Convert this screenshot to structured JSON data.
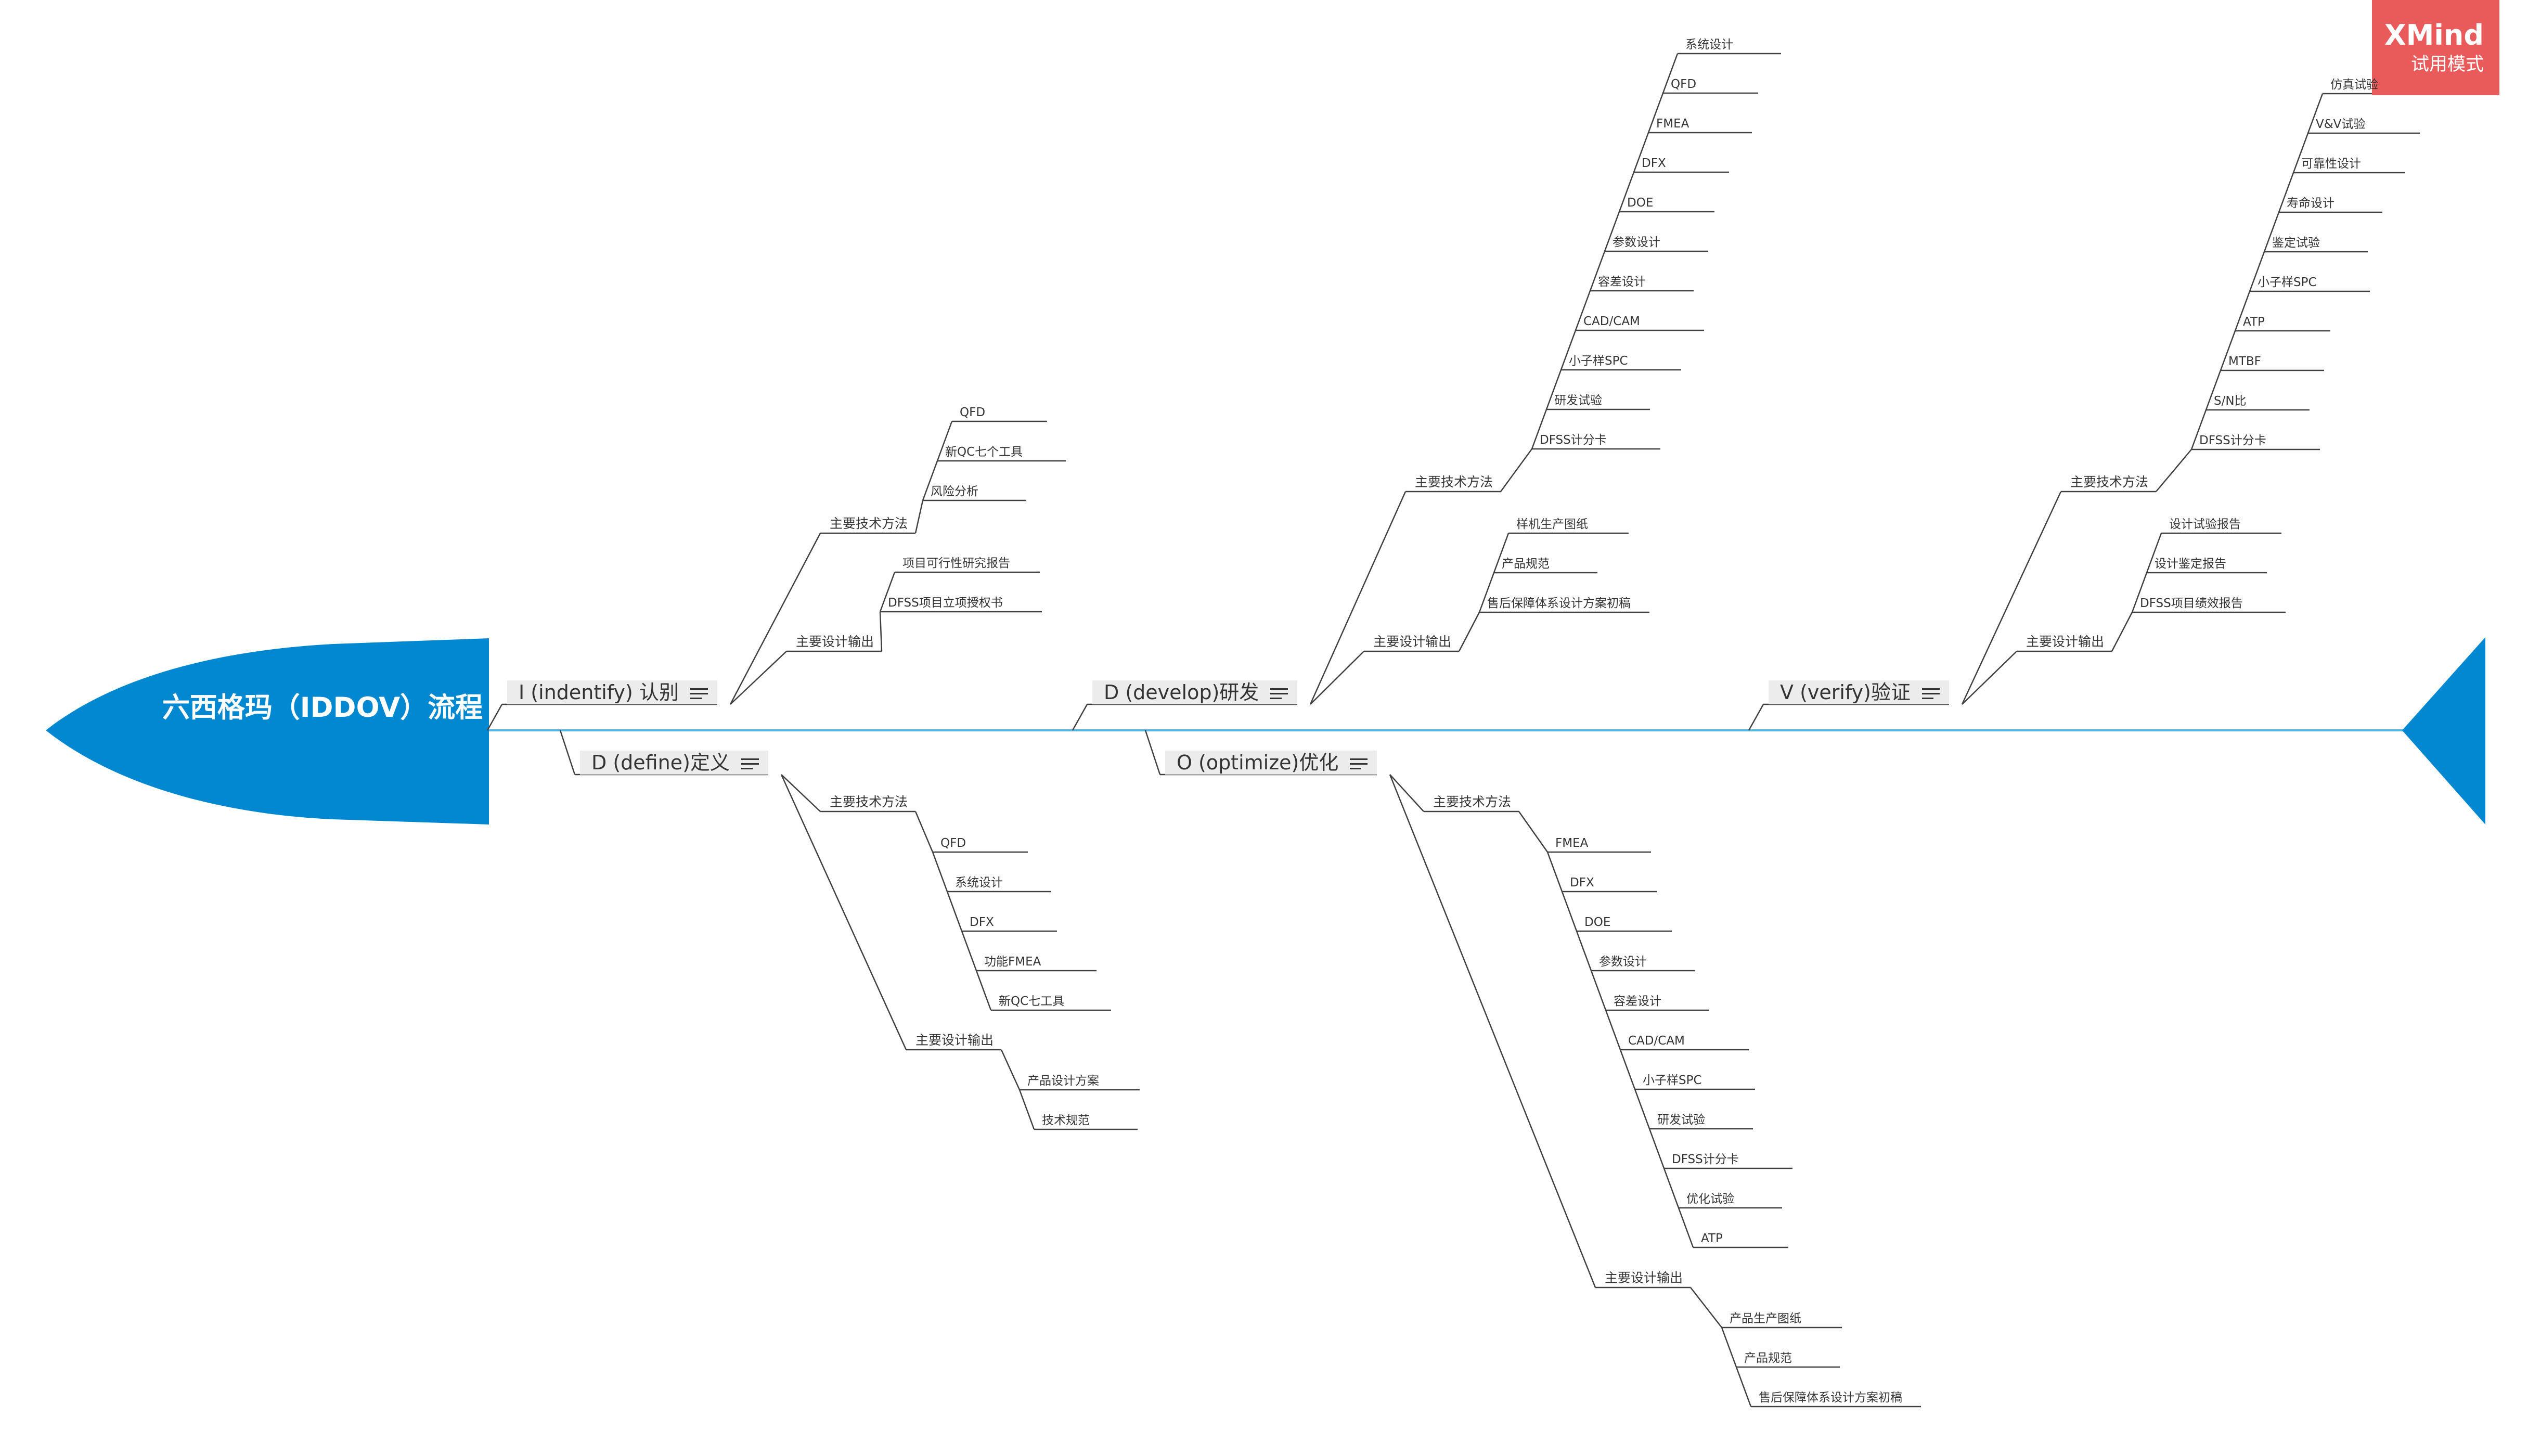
{
  "central_topic": "六西格玛（IDDOV）流程",
  "watermark": {
    "brand": "XMind",
    "mode": "试用模式"
  },
  "colors": {
    "head": "#0288d1",
    "spine": "#56b4e3",
    "badge": "#e95a5a",
    "branch_bg": "#ececec",
    "line": "#404040"
  },
  "branches": [
    {
      "label": "I (indentify) 认别",
      "categories": [
        {
          "label": "主要技术方法",
          "items": [
            "QFD",
            "新QC七个工具",
            "风险分析"
          ]
        },
        {
          "label": "主要设计输出",
          "items": [
            "项目可行性研究报告",
            "DFSS项目立项授权书"
          ]
        }
      ]
    },
    {
      "label": "D (define)定义",
      "categories": [
        {
          "label": "主要技术方法",
          "items": [
            "QFD",
            "系统设计",
            "DFX",
            "功能FMEA",
            "新QC七工具"
          ]
        },
        {
          "label": "主要设计输出",
          "items": [
            "产品设计方案",
            "技术规范"
          ]
        }
      ]
    },
    {
      "label": "D (develop)研发",
      "categories": [
        {
          "label": "主要技术方法",
          "items": [
            "系统设计",
            "QFD",
            "FMEA",
            "DFX",
            "DOE",
            "参数设计",
            "容差设计",
            "CAD/CAM",
            "小子样SPC",
            "研发试验",
            "DFSS计分卡"
          ]
        },
        {
          "label": "主要设计输出",
          "items": [
            "样机生产图纸",
            "产品规范",
            "售后保障体系设计方案初稿"
          ]
        }
      ]
    },
    {
      "label": "O (optimize)优化",
      "categories": [
        {
          "label": "主要技术方法",
          "items": [
            "FMEA",
            "DFX",
            "DOE",
            "参数设计",
            "容差设计",
            "CAD/CAM",
            "小子样SPC",
            "研发试验",
            "DFSS计分卡",
            "优化试验",
            "ATP"
          ]
        },
        {
          "label": "主要设计输出",
          "items": [
            "产品生产图纸",
            "产品规范",
            "售后保障体系设计方案初稿"
          ]
        }
      ]
    },
    {
      "label": "V (verify)验证",
      "categories": [
        {
          "label": "主要技术方法",
          "items": [
            "仿真试验",
            "V&V试验",
            "可靠性设计",
            "寿命设计",
            "鉴定试验",
            "小子样SPC",
            "ATP",
            "MTBF",
            "S/N比",
            "DFSS计分卡"
          ]
        },
        {
          "label": "主要设计输出",
          "items": [
            "设计试验报告",
            "设计鉴定报告",
            "DFSS项目绩效报告"
          ]
        }
      ]
    }
  ]
}
